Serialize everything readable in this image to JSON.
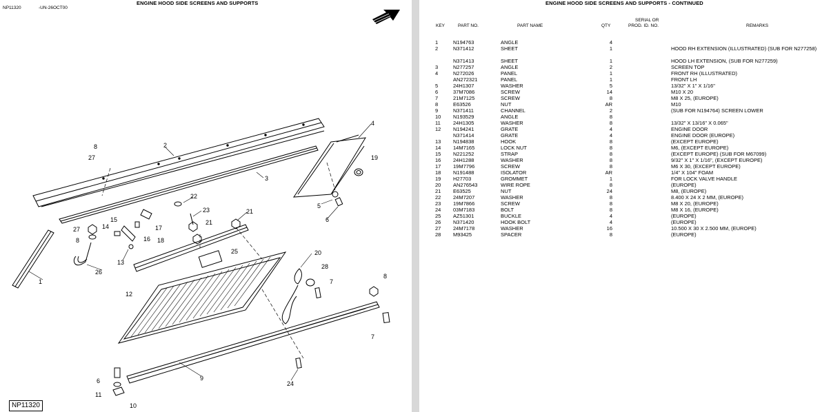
{
  "left": {
    "title": "ENGINE HOOD SIDE SCREENS AND SUPPORTS",
    "illus_id": "NP11320",
    "date_code": "-UN-26OCT00",
    "ref_box": "NP11320",
    "callouts": [
      "1",
      "2",
      "3",
      "4",
      "5",
      "6",
      "7",
      "7",
      "8",
      "8",
      "8",
      "9",
      "10",
      "11",
      "12",
      "13",
      "14",
      "15",
      "16",
      "17",
      "18",
      "19",
      "20",
      "21",
      "21",
      "22",
      "23",
      "24",
      "25",
      "26",
      "27",
      "27",
      "28"
    ]
  },
  "right": {
    "title": "ENGINE HOOD SIDE SCREENS AND SUPPORTS - CONTINUED",
    "headers": {
      "key": "KEY",
      "part_no": "PART NO.",
      "part_name": "PART NAME",
      "qty": "QTY",
      "serial_1": "SERIAL OR",
      "serial_2": "PROD. ID. NO.",
      "remarks": "REMARKS"
    },
    "rows": [
      {
        "key": "1",
        "part": "N194763",
        "name": "ANGLE",
        "qty": "4",
        "rem": ""
      },
      {
        "key": "2",
        "part": "N371412",
        "name": "SHEET",
        "qty": "1",
        "rem": "HOOD RH EXTENSION (ILLUSTRATED) (SUB FOR N277258)"
      },
      {
        "key": "",
        "part": "N371413",
        "name": "SHEET",
        "qty": "1",
        "rem": "HOOD LH EXTENSION, (SUB FOR N277259)"
      },
      {
        "key": "3",
        "part": "N277257",
        "name": "ANGLE",
        "qty": "2",
        "rem": "SCREEN TOP"
      },
      {
        "key": "4",
        "part": "N272026",
        "name": "PANEL",
        "qty": "1",
        "rem": "FRONT RH (ILLUSTRATED)"
      },
      {
        "key": "",
        "part": "AN272321",
        "name": "PANEL",
        "qty": "1",
        "rem": "FRONT LH"
      },
      {
        "key": "5",
        "part": "24H1307",
        "name": "WASHER",
        "qty": "5",
        "rem": "13/32\" X 1\" X 1/16\""
      },
      {
        "key": "6",
        "part": "37M7086",
        "name": "SCREW",
        "qty": "14",
        "rem": "M10 X 20"
      },
      {
        "key": "7",
        "part": "21M7125",
        "name": "SCREW",
        "qty": "8",
        "rem": "M8 X 25, (EUROPE)"
      },
      {
        "key": "8",
        "part": "E63526",
        "name": "NUT",
        "qty": "AR",
        "rem": "M10"
      },
      {
        "key": "9",
        "part": "N371411",
        "name": "CHANNEL",
        "qty": "2",
        "rem": "(SUB FOR N194764) SCREEN LOWER"
      },
      {
        "key": "10",
        "part": "N193529",
        "name": "ANGLE",
        "qty": "8",
        "rem": ""
      },
      {
        "key": "11",
        "part": "24H1305",
        "name": "WASHER",
        "qty": "8",
        "rem": "13/32\" X 13/16\" X 0.065\""
      },
      {
        "key": "12",
        "part": "N194241",
        "name": "GRATE",
        "qty": "4",
        "rem": "ENGINE DOOR"
      },
      {
        "key": "",
        "part": "N371414",
        "name": "GRATE",
        "qty": "4",
        "rem": "ENGINE DOOR (EUROPE)"
      },
      {
        "key": "13",
        "part": "N194838",
        "name": "HOOK",
        "qty": "8",
        "rem": "(EXCEPT EUROPE)"
      },
      {
        "key": "14",
        "part": "14M7165",
        "name": "LOCK NUT",
        "qty": "8",
        "rem": "M6, (EXCEPT EUROPE)"
      },
      {
        "key": "15",
        "part": "N221252",
        "name": "STRAP",
        "qty": "8",
        "rem": "(EXCEPT EUROPE) (SUB FOR M67099)"
      },
      {
        "key": "16",
        "part": "24H1288",
        "name": "WASHER",
        "qty": "8",
        "rem": "9/32\" X 1\" X 1/16\", (EXCEPT EUROPE)"
      },
      {
        "key": "17",
        "part": "19M7796",
        "name": "SCREW",
        "qty": "8",
        "rem": "M6 X 30, (EXCEPT EUROPE)"
      },
      {
        "key": "18",
        "part": "N191488",
        "name": "ISOLATOR",
        "qty": "AR",
        "rem": "1/4\" X 104\" FOAM"
      },
      {
        "key": "19",
        "part": "H27703",
        "name": "GROMMET",
        "qty": "1",
        "rem": "FOR LOCK VALVE HANDLE"
      },
      {
        "key": "20",
        "part": "AN276543",
        "name": "WIRE ROPE",
        "qty": "8",
        "rem": "(EUROPE)"
      },
      {
        "key": "21",
        "part": "E63525",
        "name": "NUT",
        "qty": "24",
        "rem": "M8, (EUROPE)"
      },
      {
        "key": "22",
        "part": "24M7207",
        "name": "WASHER",
        "qty": "8",
        "rem": "8.400 X 24 X 2 MM, (EUROPE)"
      },
      {
        "key": "23",
        "part": "19M7866",
        "name": "SCREW",
        "qty": "8",
        "rem": "M8 X 20, (EUROPE)"
      },
      {
        "key": "24",
        "part": "03M7183",
        "name": "BOLT",
        "qty": "8",
        "rem": "M8 X 16, (EUROPE)"
      },
      {
        "key": "25",
        "part": "AZ51301",
        "name": "BUCKLE",
        "qty": "4",
        "rem": "(EUROPE)"
      },
      {
        "key": "26",
        "part": "N371420",
        "name": "HOOK BOLT",
        "qty": "4",
        "rem": "(EUROPE)"
      },
      {
        "key": "27",
        "part": "24M7178",
        "name": "WASHER",
        "qty": "16",
        "rem": "10.500 X 30 X 2.500 MM, (EUROPE)"
      },
      {
        "key": "28",
        "part": "M93425",
        "name": "SPACER",
        "qty": "8",
        "rem": "(EUROPE)"
      }
    ]
  }
}
